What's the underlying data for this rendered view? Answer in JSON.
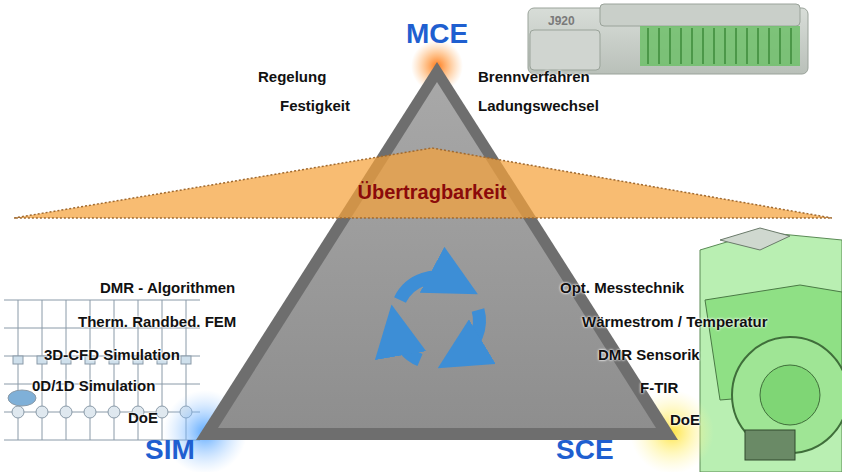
{
  "diagram": {
    "nodes": [
      {
        "text": [
          "Übertragbarkeit"
        ]
      }
    ],
    "labels": [
      "MCE",
      "Regelung",
      "Festigkeit",
      "Brennverfahren",
      "Ladungswechsel",
      "J920",
      "DMR - Algorithmen",
      "Therm. Randbed. FEM",
      "3D-CFD Simulation",
      "0D/1D Simulation",
      "DoE",
      "SIM",
      "Opt. Messtechnik",
      "Wärmestrom / Temperatur",
      "DMR Sensorik",
      "F-TIR",
      "DoE",
      "SCE"
    ]
  }
}
